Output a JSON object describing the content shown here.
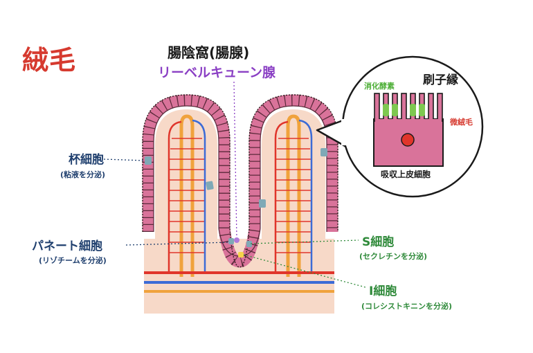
{
  "title": "絨毛",
  "labels": {
    "crypt": "腸陰窩(腸腺)",
    "lieberkuhn": "リーベルキューン腺",
    "goblet": "杯細胞",
    "goblet_sub": "(粘液を分泌)",
    "paneth": "パネート細胞",
    "paneth_sub": "(リゾチームを分泌)",
    "s_cell": "S細胞",
    "s_cell_sub": "(セクレチンを分泌)",
    "i_cell": "I細胞",
    "i_cell_sub": "(コレシストキニンを分泌)",
    "brush_border": "刷子縁",
    "digestive_enzyme": "消化酵素",
    "microvilli": "微絨毛",
    "absorptive_cell": "吸収上皮細胞"
  },
  "colors": {
    "title": "#d63a2f",
    "epithelium": "#d9739a",
    "tissue": "#f7d9c8",
    "artery": "#e0352b",
    "vein": "#3c6bd6",
    "lymph": "#f0a23c",
    "goblet": "#7fa9b6",
    "enzyme": "#7ec850",
    "label_blue": "#1f3f6e",
    "label_green": "#2f8a3a",
    "label_purple": "#8a3fc4"
  }
}
